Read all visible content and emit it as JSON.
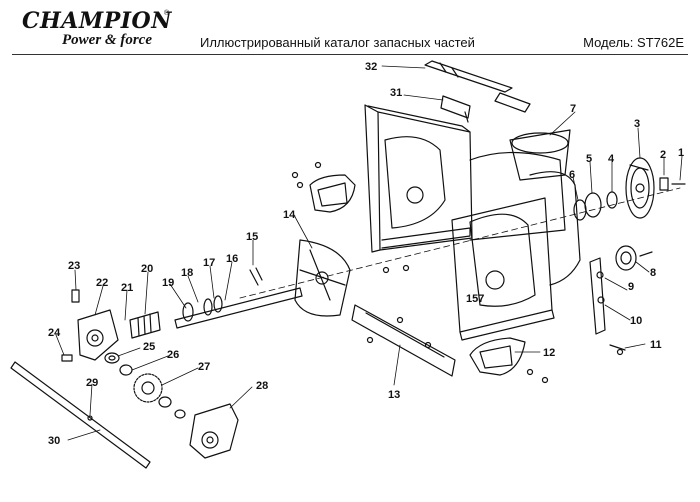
{
  "header": {
    "brand": "CHAMPION",
    "brand_tagline": "Power & force",
    "trademark": "®",
    "title": "Иллюстрированный каталог запасных частей",
    "model": "Модель: ST762E"
  },
  "diagram": {
    "part_labels": [
      "1",
      "2",
      "3",
      "4",
      "5",
      "6",
      "7",
      "8",
      "9",
      "10",
      "11",
      "12",
      "13",
      "14",
      "15",
      "16",
      "17",
      "18",
      "19",
      "20",
      "21",
      "22",
      "23",
      "24",
      "25",
      "26",
      "27",
      "28",
      "29",
      "30",
      "31",
      "32"
    ],
    "housing_stamp": "157"
  }
}
